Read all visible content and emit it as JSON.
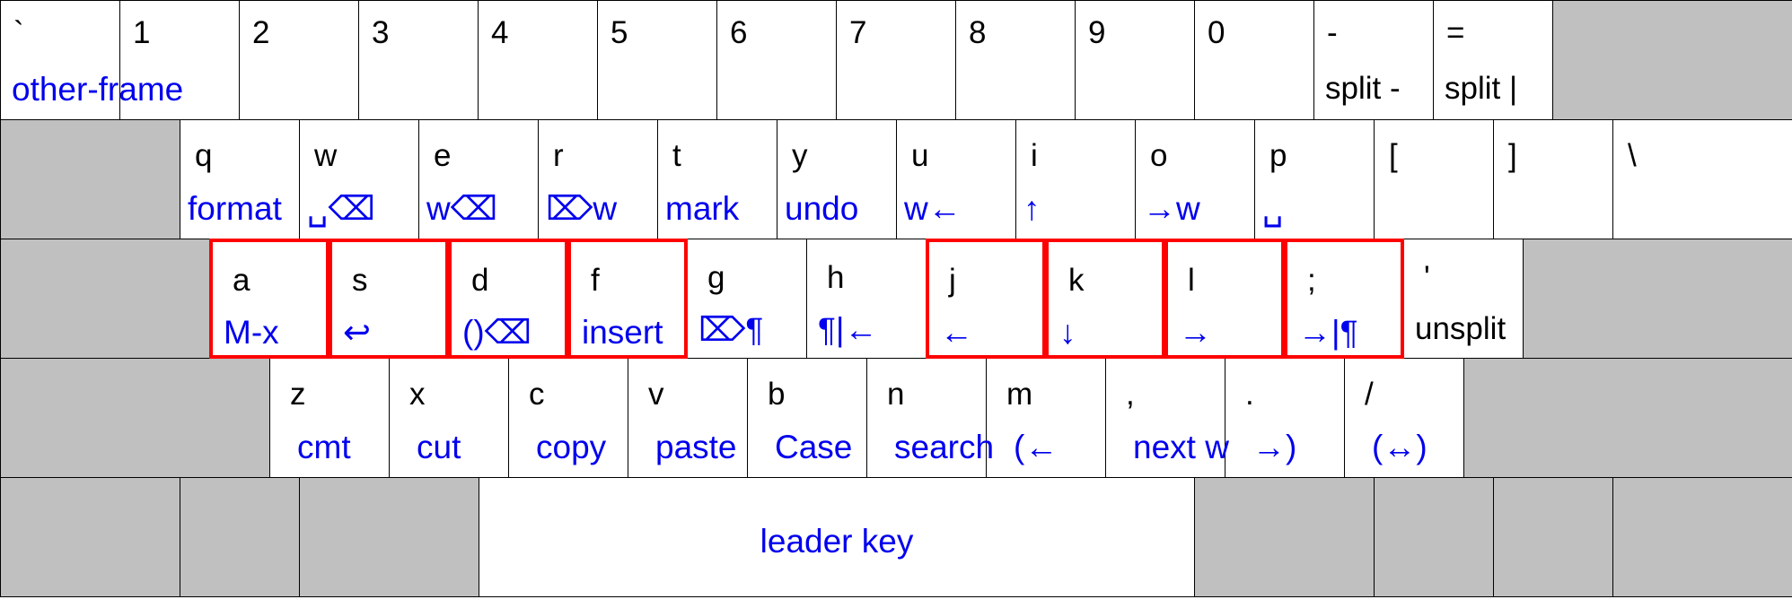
{
  "colors": {
    "key_face": "#ffffff",
    "blank_key": "#c0c0c0",
    "border": "#000000",
    "highlight_border": "#ff0000",
    "action_text": "#0000ee",
    "key_text": "#000000"
  },
  "rows": [
    [
      {
        "id": "backtick",
        "top": "`",
        "bottom": "other-frame"
      },
      {
        "id": "1",
        "top": "1",
        "bottom": ""
      },
      {
        "id": "2",
        "top": "2",
        "bottom": ""
      },
      {
        "id": "3",
        "top": "3",
        "bottom": ""
      },
      {
        "id": "4",
        "top": "4",
        "bottom": ""
      },
      {
        "id": "5",
        "top": "5",
        "bottom": ""
      },
      {
        "id": "6",
        "top": "6",
        "bottom": ""
      },
      {
        "id": "7",
        "top": "7",
        "bottom": ""
      },
      {
        "id": "8",
        "top": "8",
        "bottom": ""
      },
      {
        "id": "9",
        "top": "9",
        "bottom": ""
      },
      {
        "id": "0",
        "top": "0",
        "bottom": ""
      },
      {
        "id": "minus",
        "top": "-",
        "bottom": "split -",
        "dark": true
      },
      {
        "id": "equals",
        "top": "=",
        "bottom": "split |",
        "dark": true
      },
      {
        "id": "row1-blank",
        "blank": true
      }
    ],
    [
      {
        "id": "tab-blank",
        "blank": true
      },
      {
        "id": "q",
        "top": "q",
        "bottom": "format"
      },
      {
        "id": "w",
        "top": "w",
        "bottom": "␣⌫"
      },
      {
        "id": "e",
        "top": "e",
        "bottom": "w⌫"
      },
      {
        "id": "r",
        "top": "r",
        "bottom": "⌦w"
      },
      {
        "id": "t",
        "top": "t",
        "bottom": "mark"
      },
      {
        "id": "y",
        "top": "y",
        "bottom": "undo"
      },
      {
        "id": "u",
        "top": "u",
        "bottom": "w←"
      },
      {
        "id": "i",
        "top": "i",
        "bottom": "↑"
      },
      {
        "id": "o",
        "top": "o",
        "bottom": "→w"
      },
      {
        "id": "p",
        "top": "p",
        "bottom": "␣"
      },
      {
        "id": "lbracket",
        "top": "[",
        "bottom": ""
      },
      {
        "id": "rbracket",
        "top": "]",
        "bottom": ""
      },
      {
        "id": "backslash",
        "top": "\\",
        "bottom": ""
      }
    ],
    [
      {
        "id": "caps-blank",
        "blank": true
      },
      {
        "id": "a",
        "top": "a",
        "bottom": "M-x",
        "highlight": true
      },
      {
        "id": "s",
        "top": "s",
        "bottom": "↩",
        "highlight": true
      },
      {
        "id": "d",
        "top": "d",
        "bottom": "()⌫",
        "highlight": true
      },
      {
        "id": "f",
        "top": "f",
        "bottom": "insert",
        "highlight": true
      },
      {
        "id": "g",
        "top": "g",
        "bottom": "⌦¶"
      },
      {
        "id": "h",
        "top": "h",
        "bottom": "¶|←"
      },
      {
        "id": "j",
        "top": "j",
        "bottom": "←",
        "highlight": true
      },
      {
        "id": "k",
        "top": "k",
        "bottom": "↓",
        "highlight": true
      },
      {
        "id": "l",
        "top": "l",
        "bottom": "→",
        "highlight": true
      },
      {
        "id": "semicolon",
        "top": ";",
        "bottom": "→|¶",
        "highlight": true
      },
      {
        "id": "quote",
        "top": "'",
        "bottom": "unsplit",
        "dark": true
      },
      {
        "id": "enter-blank",
        "blank": true
      }
    ],
    [
      {
        "id": "shift-blank",
        "blank": true
      },
      {
        "id": "z",
        "top": "z",
        "bottom": "cmt"
      },
      {
        "id": "x",
        "top": "x",
        "bottom": "cut"
      },
      {
        "id": "c",
        "top": "c",
        "bottom": "copy"
      },
      {
        "id": "v",
        "top": "v",
        "bottom": "paste"
      },
      {
        "id": "b",
        "top": "b",
        "bottom": "Case"
      },
      {
        "id": "n",
        "top": "n",
        "bottom": "search"
      },
      {
        "id": "m",
        "top": "m",
        "bottom": "(←"
      },
      {
        "id": "comma",
        "top": ",",
        "bottom": "next w"
      },
      {
        "id": "period",
        "top": ".",
        "bottom": "→)"
      },
      {
        "id": "slash",
        "top": "/",
        "bottom": "(↔)"
      },
      {
        "id": "rshift-blank",
        "blank": true
      }
    ],
    [
      {
        "id": "ctrl-blank",
        "blank": true
      },
      {
        "id": "super-blank",
        "blank": true
      },
      {
        "id": "alt-blank",
        "blank": true
      },
      {
        "id": "space",
        "top": "",
        "bottom": "leader key"
      },
      {
        "id": "ralt-blank",
        "blank": true
      },
      {
        "id": "rsuper-blank",
        "blank": true
      },
      {
        "id": "menu-blank",
        "blank": true
      },
      {
        "id": "rctrl-blank",
        "blank": true
      }
    ]
  ]
}
